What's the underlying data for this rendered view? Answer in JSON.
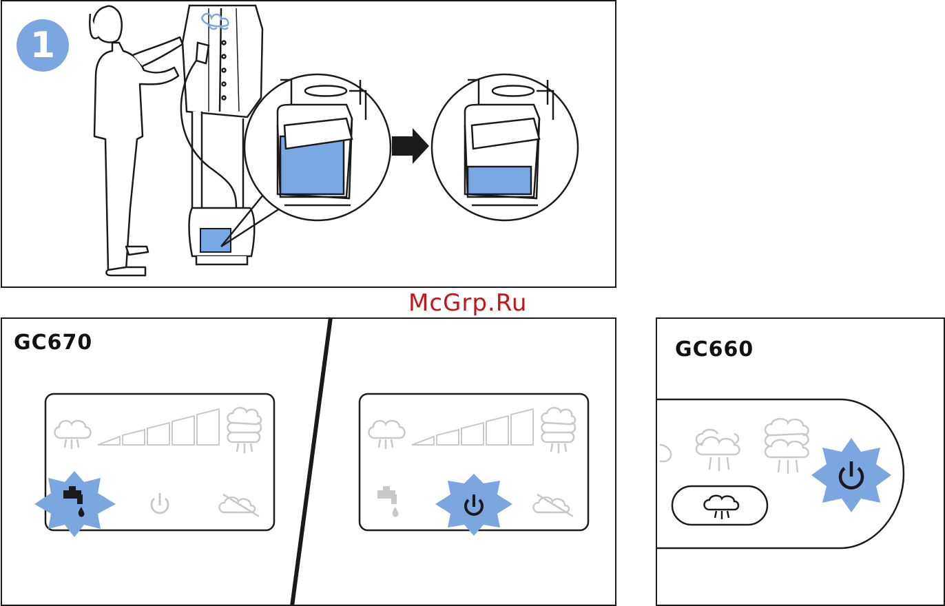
{
  "step": {
    "number": "1"
  },
  "watermark": "McGrp.Ru",
  "panels": {
    "gc670": {
      "model": "GC670"
    },
    "gc660": {
      "model": "GC660"
    }
  },
  "colors": {
    "accent_blue": "#7ca6e0",
    "water_blue": "#7aa8e4",
    "outline": "#1a1a1a",
    "inactive_icon": "#c8c8c8",
    "watermark_red": "#c0161c"
  },
  "icons": {
    "gc670_left": [
      "steam-low-icon",
      "steam-level-bar-icon",
      "steam-high-icon",
      "water-tap-icon",
      "power-icon",
      "no-steam-icon"
    ],
    "gc670_right": [
      "steam-low-icon",
      "steam-level-bar-icon",
      "steam-high-icon",
      "water-tap-icon",
      "power-icon",
      "no-steam-icon"
    ],
    "gc660": [
      "steam-low-icon",
      "steam-mid-icon",
      "steam-high-icon",
      "steam-button-icon",
      "power-icon"
    ]
  },
  "highlight": {
    "gc670_left": "water-tap-icon",
    "gc670_right": "power-icon",
    "gc660": "power-icon"
  }
}
